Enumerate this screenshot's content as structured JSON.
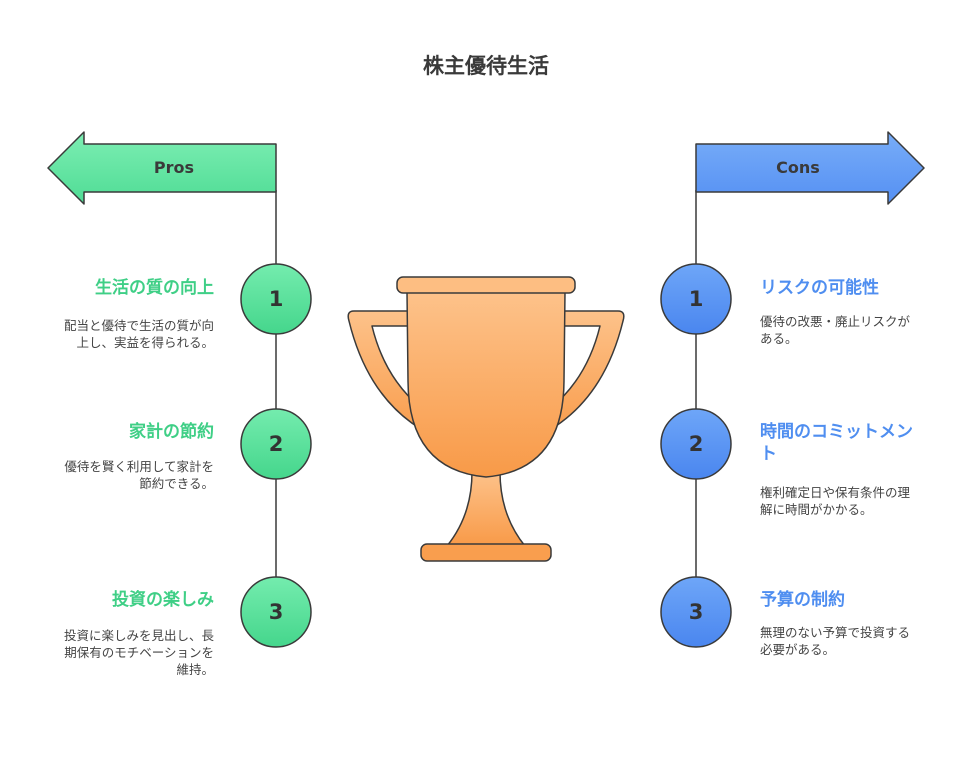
{
  "title": "株主優待生活",
  "pros": {
    "label": "Pros",
    "items": [
      {
        "number": "1",
        "title": "生活の質の向上",
        "desc": "配当と優待で生活の質が向上し、実益を得られる。"
      },
      {
        "number": "2",
        "title": "家計の節約",
        "desc": "優待を賢く利用して家計を節約できる。"
      },
      {
        "number": "3",
        "title": "投資の楽しみ",
        "desc": "投資に楽しみを見出し、長期保有のモチベーションを維持。"
      }
    ]
  },
  "cons": {
    "label": "Cons",
    "items": [
      {
        "number": "1",
        "title": "リスクの可能性",
        "desc": "優待の改悪・廃止リスクがある。"
      },
      {
        "number": "2",
        "title": "時間のコミットメント",
        "desc": "権利確定日や保有条件の理解に時間がかかる。"
      },
      {
        "number": "3",
        "title": "予算の制約",
        "desc": "無理のない予算で投資する必要がある。"
      }
    ]
  },
  "colors": {
    "pros": "#5ee6a0",
    "cons": "#5b97f5",
    "trophy": "#fbb06a",
    "stroke": "#3a3a3a"
  },
  "icons": {
    "center": "trophy-icon"
  }
}
